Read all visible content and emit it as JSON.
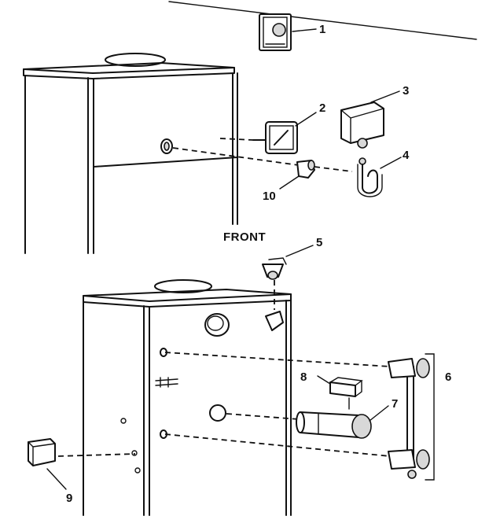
{
  "diagram": {
    "orientation_label": "FRONT",
    "callouts": [
      {
        "id": "1",
        "text": "1"
      },
      {
        "id": "2",
        "text": "2"
      },
      {
        "id": "3",
        "text": "3"
      },
      {
        "id": "4",
        "text": "4"
      },
      {
        "id": "5",
        "text": "5"
      },
      {
        "id": "6",
        "text": "6"
      },
      {
        "id": "7",
        "text": "7"
      },
      {
        "id": "8",
        "text": "8"
      },
      {
        "id": "9",
        "text": "9"
      },
      {
        "id": "10",
        "text": "10"
      }
    ]
  },
  "colors": {
    "ink": "#111111",
    "background": "#ffffff"
  }
}
